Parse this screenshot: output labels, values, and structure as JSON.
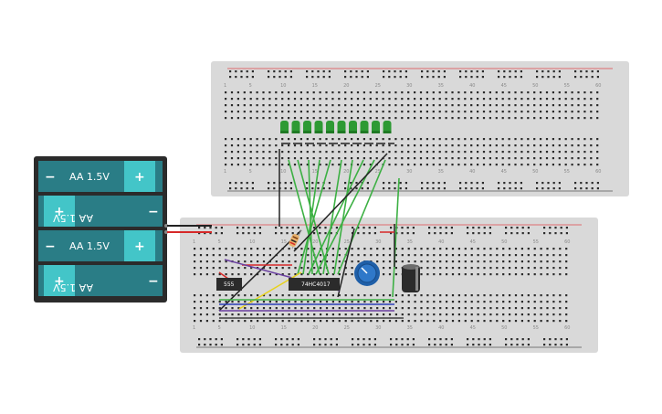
{
  "scene": {
    "battery_pack": {
      "cells": [
        {
          "label": "AA 1.5V",
          "plus": "+",
          "minus": "−",
          "flipped": false
        },
        {
          "label": "AA 1.5V",
          "plus": "+",
          "minus": "−",
          "flipped": true
        },
        {
          "label": "AA 1.5V",
          "plus": "+",
          "minus": "−",
          "flipped": false
        },
        {
          "label": "AA 1.5V",
          "plus": "+",
          "minus": "−",
          "flipped": true
        }
      ]
    },
    "chips": {
      "timer": "555",
      "counter": "74HC4017"
    },
    "breadboard_top": {
      "col_numbers": [
        "1",
        "5",
        "10",
        "15",
        "20",
        "25",
        "30",
        "35",
        "40",
        "45",
        "50",
        "55",
        "60"
      ]
    },
    "breadboard_bottom": {
      "col_numbers": [
        "1",
        "5",
        "10",
        "15",
        "20",
        "25",
        "30",
        "35",
        "40",
        "45",
        "50",
        "55",
        "60"
      ]
    },
    "led_count": 10,
    "colors": {
      "breadboard": "#d9d9d9",
      "battery_body": "#2b2b2b",
      "cell": "#2a7d86",
      "cell_cap": "#43c5c8",
      "led": "#2e9a34",
      "wire_green": "#3cb043",
      "wire_black": "#222222",
      "wire_red": "#d62828",
      "wire_purple": "#6a3fa0",
      "wire_yellow": "#e8d21c",
      "wire_blue": "#2b3fb8",
      "pot": "#1f5fa8"
    }
  }
}
